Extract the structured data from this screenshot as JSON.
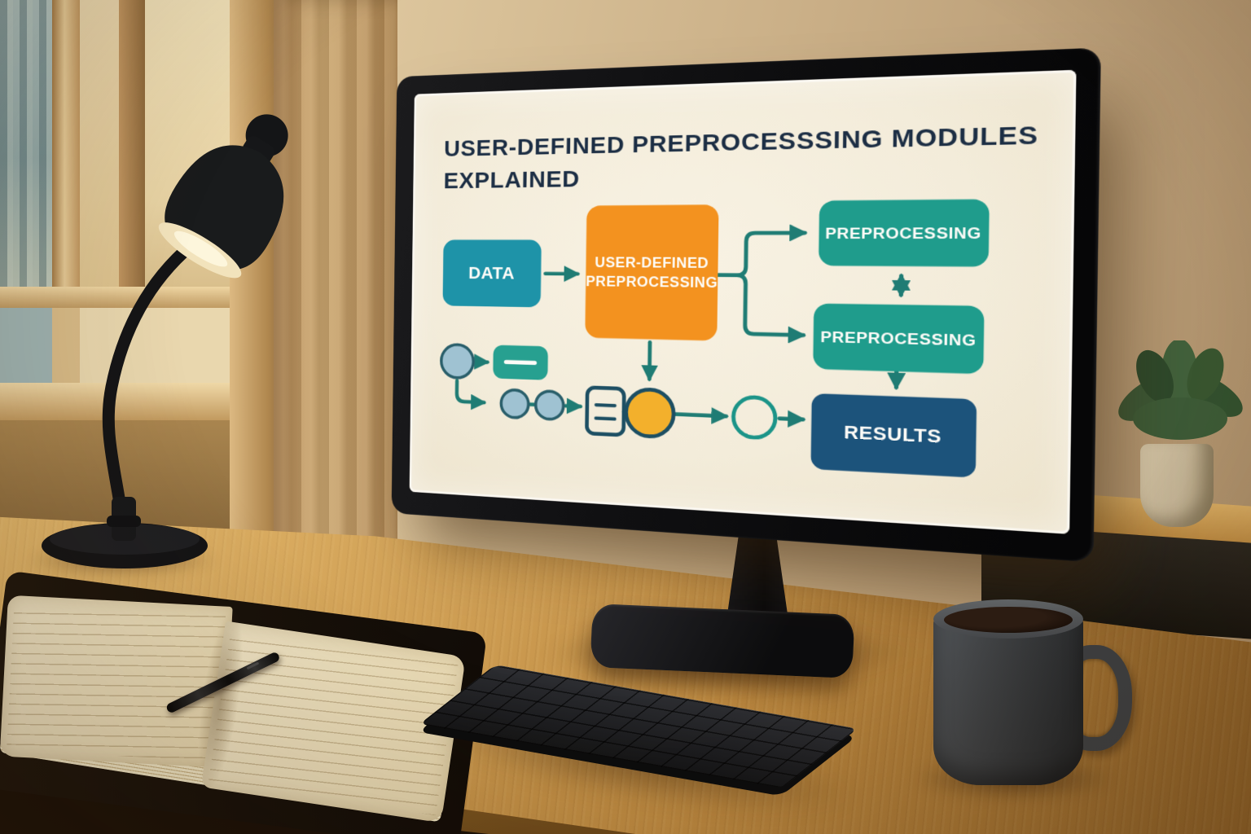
{
  "screen": {
    "title_line1": "USER-DEFINED PREPROCESSSING MODULES",
    "title_line2": "EXPLAINED",
    "flowchart": {
      "nodes": {
        "data": {
          "label": "DATA",
          "color": "#1e93a8"
        },
        "user_defined_preprocessing": {
          "label_line1": "USER-DEFINED",
          "label_line2": "PREPROCESSING",
          "color": "#f3921f"
        },
        "preprocessing_top": {
          "label": "PREPROCESSING",
          "color": "#1f9c8c"
        },
        "preprocessing_bottom": {
          "label": "PREPROCESSING",
          "color": "#1f9c8c"
        },
        "results": {
          "label": "RESULTS",
          "color": "#1c537b"
        }
      },
      "icons": {
        "start_circle": "filled-light-blue-circle",
        "minus_chip": "teal-rounded-rect-with-minus",
        "linked_circles": "two-light-blue-circles",
        "document": "outlined-document-with-lines",
        "stage_circle": "amber-filled-circle",
        "merge_circle": "teal-outlined-circle"
      },
      "colors": {
        "connector": "#1f7c74",
        "screen_background": "#f3edde",
        "title_text": "#1c2e44",
        "node_text": "#fdfcf8",
        "icon_outline": "#1d4f63",
        "light_circle_fill": "#9fc2d2",
        "minus_chip_fill": "#27a090",
        "stage_circle_fill": "#f3b02c",
        "merge_circle_stroke": "#1b9488"
      }
    }
  }
}
